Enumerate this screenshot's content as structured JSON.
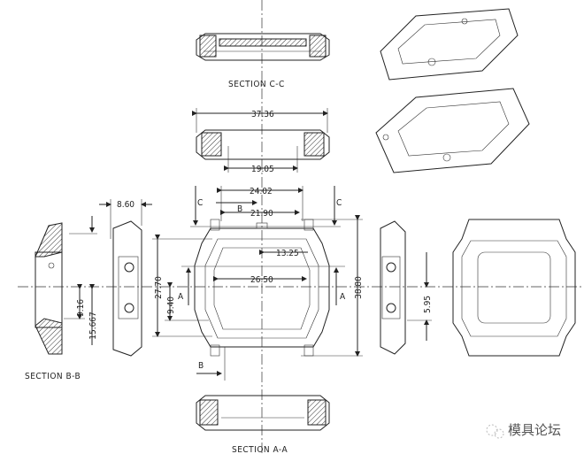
{
  "sections": {
    "c_c": "SECTION C-C",
    "b_b": "SECTION B-B",
    "a_a": "SECTION A-A"
  },
  "dimensions": {
    "top_width": "37.36",
    "top_inner": "19.05",
    "case_width": "24.02",
    "lug_width": "21.90",
    "radius": "13.25",
    "window_width": "26.50",
    "window_height": "27.70",
    "offset_a": "9.40",
    "overall_height": "38.80",
    "side_thickness": "8.60",
    "section_b_offset": "9.16",
    "section_b_height": "15.667",
    "right_offset": "5.95"
  },
  "cut_markers": {
    "c": "C",
    "b": "B",
    "a": "A"
  },
  "watermark": "模具论坛"
}
